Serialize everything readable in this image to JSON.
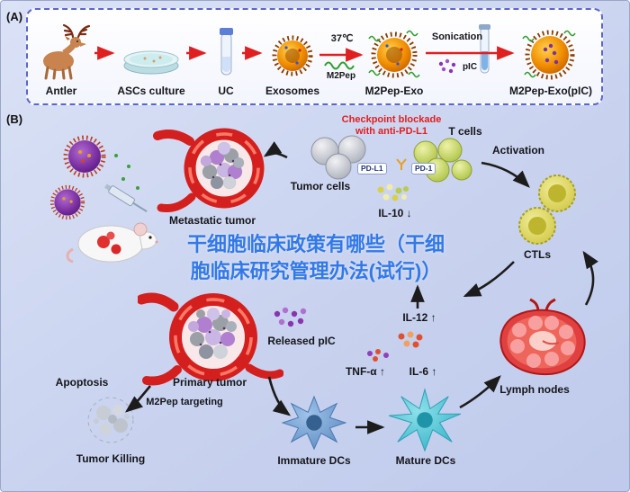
{
  "panel_a": {
    "tag": "(A)",
    "steps": {
      "antler": "Antler",
      "ascs": "ASCs culture",
      "uc": "UC",
      "exosomes": "Exosomes",
      "m2pep_exo": "M2Pep-Exo",
      "m2pep_exo_pic": "M2Pep-Exo(pIC)"
    },
    "mod1": {
      "top": "37℃",
      "bottom": "M2Pep"
    },
    "mod2": {
      "top": "Sonication",
      "bottom": "pIC"
    }
  },
  "panel_b": {
    "tag": "(B)",
    "checkpoint_line1": "Checkpoint blockade",
    "checkpoint_line2": "with anti-PD-L1",
    "t_cells": "T cells",
    "activation": "Activation",
    "tumor_cells": "Tumor cells",
    "pd_l1": "PD-L1",
    "pd_1": "PD-1",
    "metastatic_tumor": "Metastatic tumor",
    "ctls": "CTLs",
    "il10": "IL-10",
    "il10_arrow": "↓",
    "il12": "IL-12",
    "il12_arrow": "↑",
    "released_pic": "Released pIC",
    "tnf": "TNF-α",
    "tnf_arrow": "↑",
    "il6": "IL-6",
    "il6_arrow": "↑",
    "lymph_nodes": "Lymph nodes",
    "apoptosis": "Apoptosis",
    "primary_tumor": "Primary tumor",
    "m2pep_targeting": "M2Pep targeting",
    "tumor_killing": "Tumor Killing",
    "immature_dcs": "Immature DCs",
    "mature_dcs": "Mature DCs"
  },
  "watermark": {
    "line1": "干细胞临床政策有哪些（干细",
    "line2": "胞临床研究管理办法(试行)）"
  },
  "colors": {
    "accent_red": "#e02020",
    "watermark_blue": "#3279e8",
    "panel_border": "#5b66cc"
  }
}
